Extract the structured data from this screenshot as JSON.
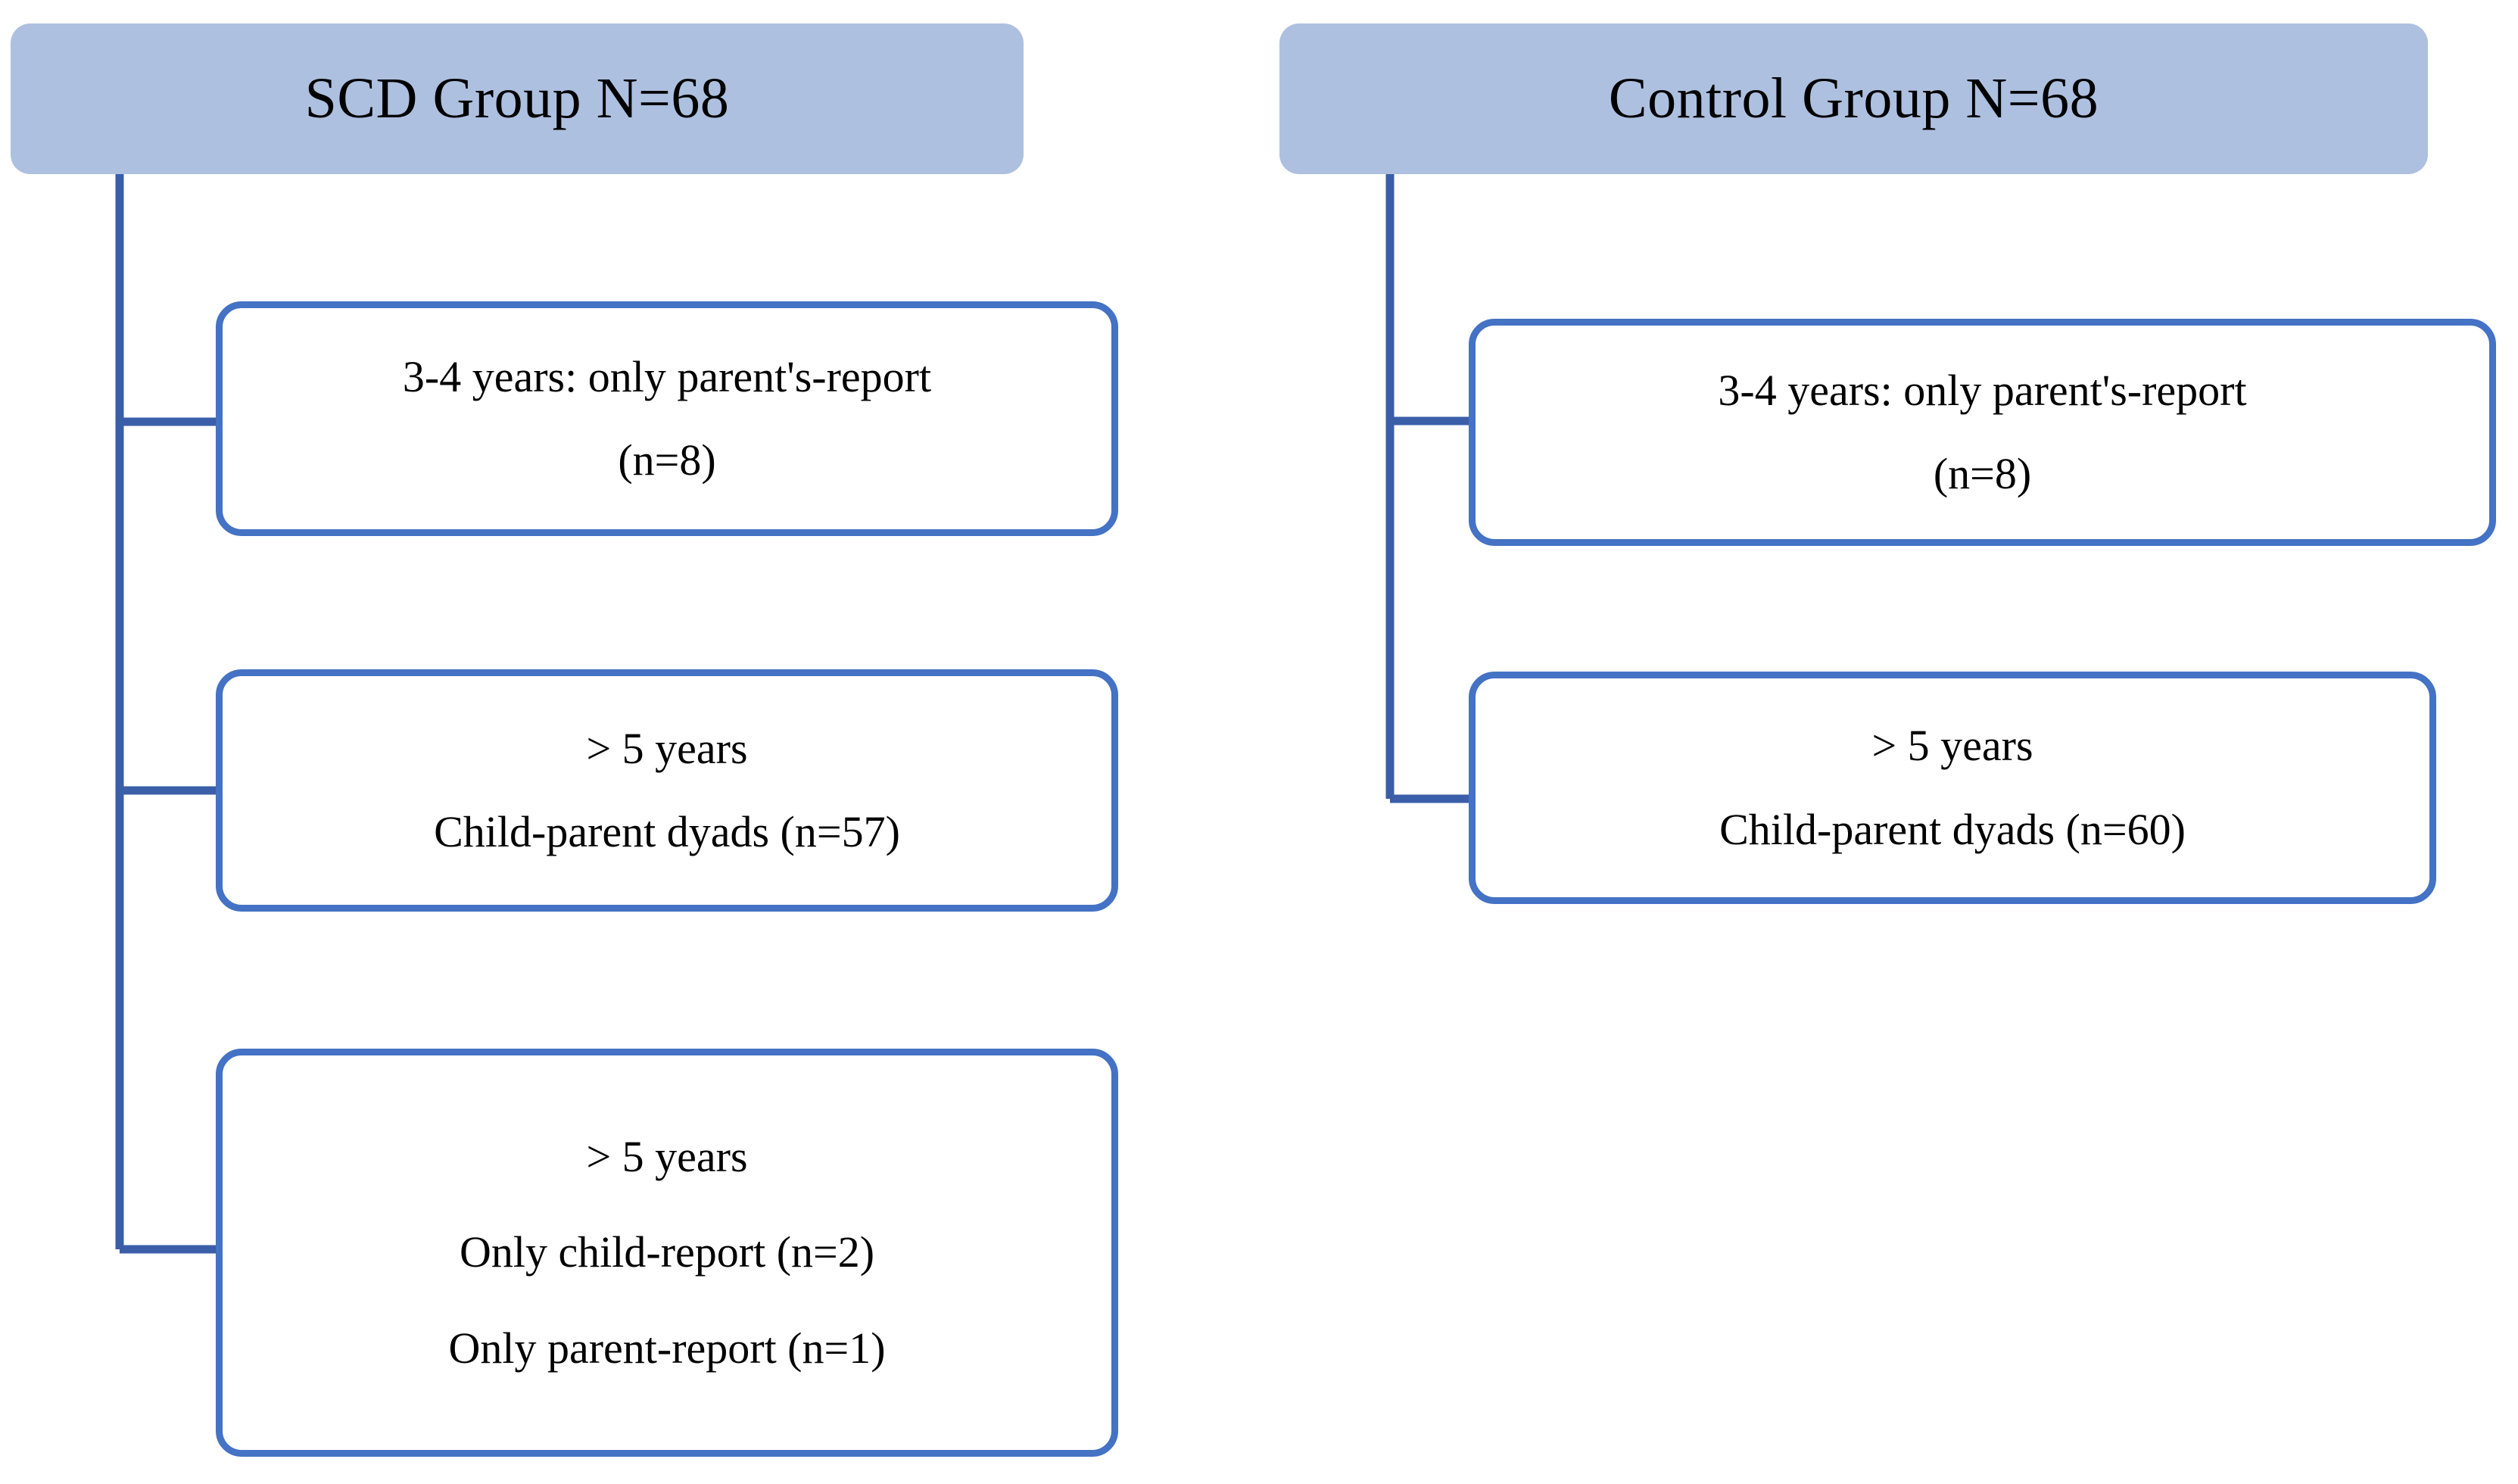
{
  "figure": {
    "type": "flowchart",
    "orientation": "two-column-branching",
    "background_color": "#FFFFFF",
    "header_fill_color": "#AEC0E0",
    "box_border_color": "#4472C4",
    "connector_color": "#3A5EA8",
    "text_color": "#000000"
  },
  "columns": [
    {
      "id": "scd",
      "header": {
        "label": "SCD Group N=68",
        "group_name": "SCD Group",
        "n_total": 68
      },
      "nodes": [
        {
          "id": "scd-3-4-years",
          "lines": [
            "3-4 years: only parent's-report",
            "(n=8)"
          ],
          "age_band": "3-4 years",
          "report_type": "only parent's-report",
          "n": 8
        },
        {
          "id": "scd-over-5-dyads",
          "lines": [
            "> 5 years",
            "Child-parent dyads (n=57)"
          ],
          "age_band": "> 5 years",
          "report_type": "Child-parent dyads",
          "n": 57
        },
        {
          "id": "scd-over-5-single",
          "lines": [
            "> 5 years",
            "Only child-report (n=2)",
            "Only parent-report (n=1)"
          ],
          "age_band": "> 5 years",
          "report_type": "Only child-report / Only parent-report",
          "n_child_only": 2,
          "n_parent_only": 1
        }
      ]
    },
    {
      "id": "control",
      "header": {
        "label": "Control Group N=68",
        "group_name": "Control Group",
        "n_total": 68
      },
      "nodes": [
        {
          "id": "control-3-4-years",
          "lines": [
            "3-4 years: only parent's-report",
            "(n=8)"
          ],
          "age_band": "3-4 years",
          "report_type": "only parent's-report",
          "n": 8
        },
        {
          "id": "control-over-5-dyads",
          "lines": [
            "> 5 years",
            "Child-parent dyads (n=60)"
          ],
          "age_band": "> 5 years",
          "report_type": "Child-parent dyads",
          "n": 60
        }
      ]
    }
  ]
}
